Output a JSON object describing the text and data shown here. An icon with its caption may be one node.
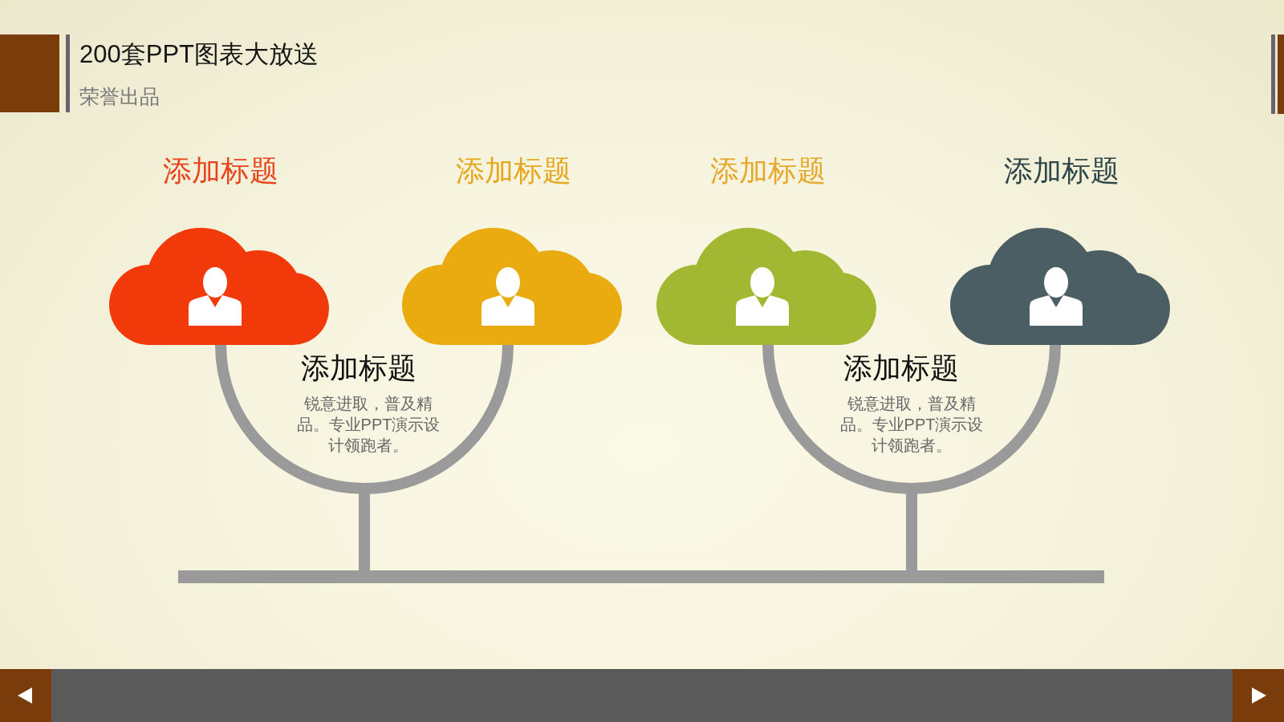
{
  "diagram": {
    "title": "200套PPT图表大放送",
    "nodes": [
      {
        "text": [
          "添加标题"
        ]
      },
      {
        "text": [
          "添加标题"
        ]
      },
      {
        "text": [
          "添加标题"
        ]
      },
      {
        "text": [
          "添加标题"
        ]
      },
      {
        "text": [],
        "shape": "bar"
      }
    ],
    "edges": [
      {
        "from": 0,
        "to": 4,
        "arrow": "none"
      },
      {
        "from": 1,
        "to": 4,
        "arrow": "none"
      },
      {
        "from": 2,
        "to": 4,
        "arrow": "none"
      },
      {
        "from": 3,
        "to": 4,
        "arrow": "none"
      }
    ],
    "labels": [
      "荣誉出品",
      "添加标题",
      "锐意进取，普及精品。专业PPT演示设计领跑者。",
      "添加标题",
      "锐意进取，普及精品。专业PPT演示设计领跑者。"
    ]
  }
}
